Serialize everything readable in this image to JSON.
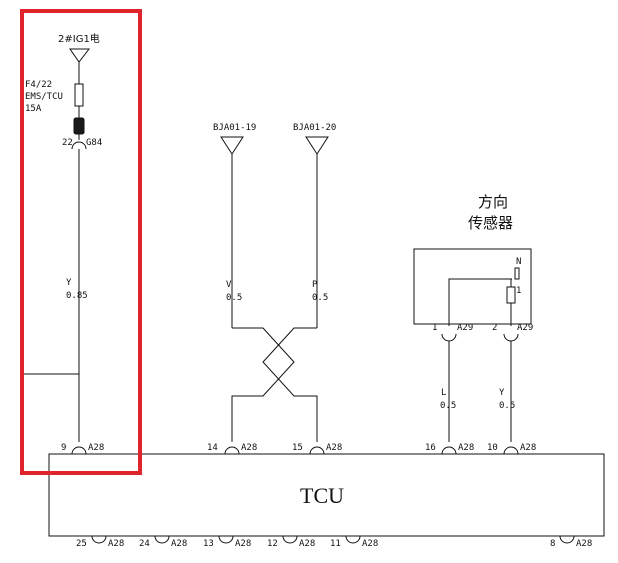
{
  "power_source": {
    "label": "2#IG1电",
    "fuse_lines": [
      "F4/22",
      "EMS/TCU",
      "15A"
    ],
    "pin": "22",
    "connector": "G84",
    "wire_color": "Y",
    "wire_gauge": "0.85"
  },
  "bja_19": {
    "label": "BJA01-19",
    "wire_color": "V",
    "wire_gauge": "0.5"
  },
  "bja_20": {
    "label": "BJA01-20",
    "wire_color": "P",
    "wire_gauge": "0.5"
  },
  "sensor": {
    "title_line1": "方向",
    "title_line2": "传感器",
    "switch_labels": [
      "N",
      "1"
    ],
    "pin1": "1",
    "pin1_conn": "A29",
    "pin2": "2",
    "pin2_conn": "A29",
    "wire1_color": "L",
    "wire1_gauge": "0.5",
    "wire2_color": "Y",
    "wire2_gauge": "0.5"
  },
  "tcu": {
    "label": "TCU",
    "top_pins": [
      {
        "pin": "9",
        "conn": "A28"
      },
      {
        "pin": "14",
        "conn": "A28"
      },
      {
        "pin": "15",
        "conn": "A28"
      },
      {
        "pin": "16",
        "conn": "A28"
      },
      {
        "pin": "10",
        "conn": "A28"
      }
    ],
    "bottom_pins": [
      {
        "pin": "25",
        "conn": "A28"
      },
      {
        "pin": "24",
        "conn": "A28"
      },
      {
        "pin": "13",
        "conn": "A28"
      },
      {
        "pin": "12",
        "conn": "A28"
      },
      {
        "pin": "11",
        "conn": "A28"
      },
      {
        "pin": "8",
        "conn": "A28"
      }
    ]
  },
  "colors": {
    "wire": "#111111",
    "highlight_box": "#e0242c"
  }
}
